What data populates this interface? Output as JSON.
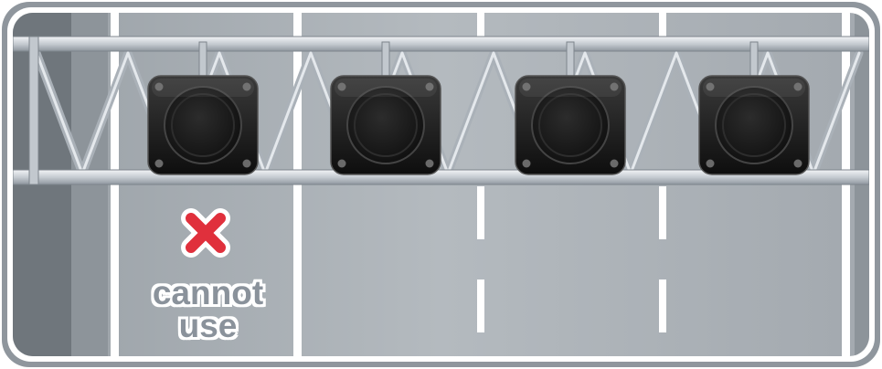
{
  "lanes": [
    {
      "id": 1,
      "status": "blocked",
      "label": [
        "cannot",
        "use"
      ]
    },
    {
      "id": 2,
      "status": "open"
    },
    {
      "id": 3,
      "status": "open"
    },
    {
      "id": 4,
      "status": "open"
    }
  ],
  "icons": {
    "blocked": "red-x-icon",
    "signal": "lane-signal-icon"
  },
  "colors": {
    "frame": "#8f969d",
    "shoulder_dark": "#6f767c",
    "road": "#a9afb5",
    "lane_line": "#ffffff",
    "truss": "#c9cfd5",
    "signal_body": "#1b1b1b",
    "cross": "#e0303c",
    "caption": "#8a929b"
  }
}
